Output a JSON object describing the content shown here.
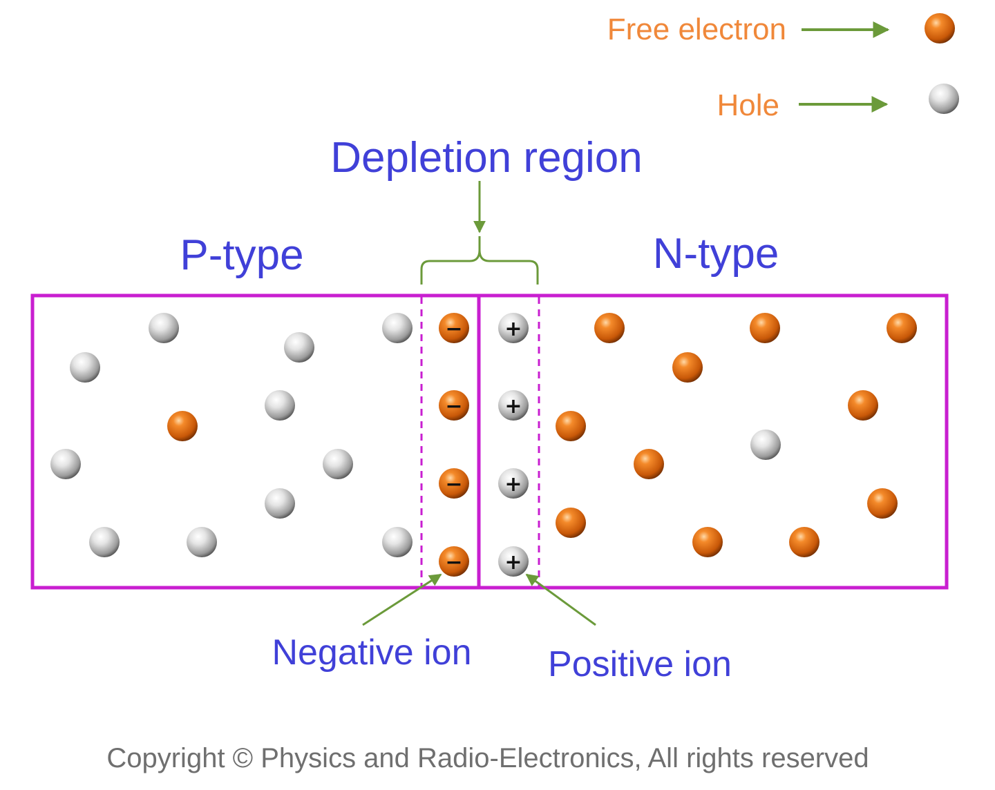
{
  "legend": {
    "free_electron_label": "Free electron",
    "hole_label": "Hole"
  },
  "labels": {
    "depletion_region": "Depletion region",
    "p_type": "P-type",
    "n_type": "N-type",
    "negative_ion": "Negative ion",
    "positive_ion": "Positive ion"
  },
  "copyright": "Copyright © Physics and Radio-Electronics, All rights reserved",
  "ion_signs": {
    "negative": "−",
    "positive": "+"
  },
  "colors": {
    "label_blue": "#4040d8",
    "legend_orange": "#f0883a",
    "arrow_green": "#6b9a3a",
    "box_magenta": "#c81ed0",
    "electron": "#e06a10",
    "hole": "#d8d8d8"
  }
}
